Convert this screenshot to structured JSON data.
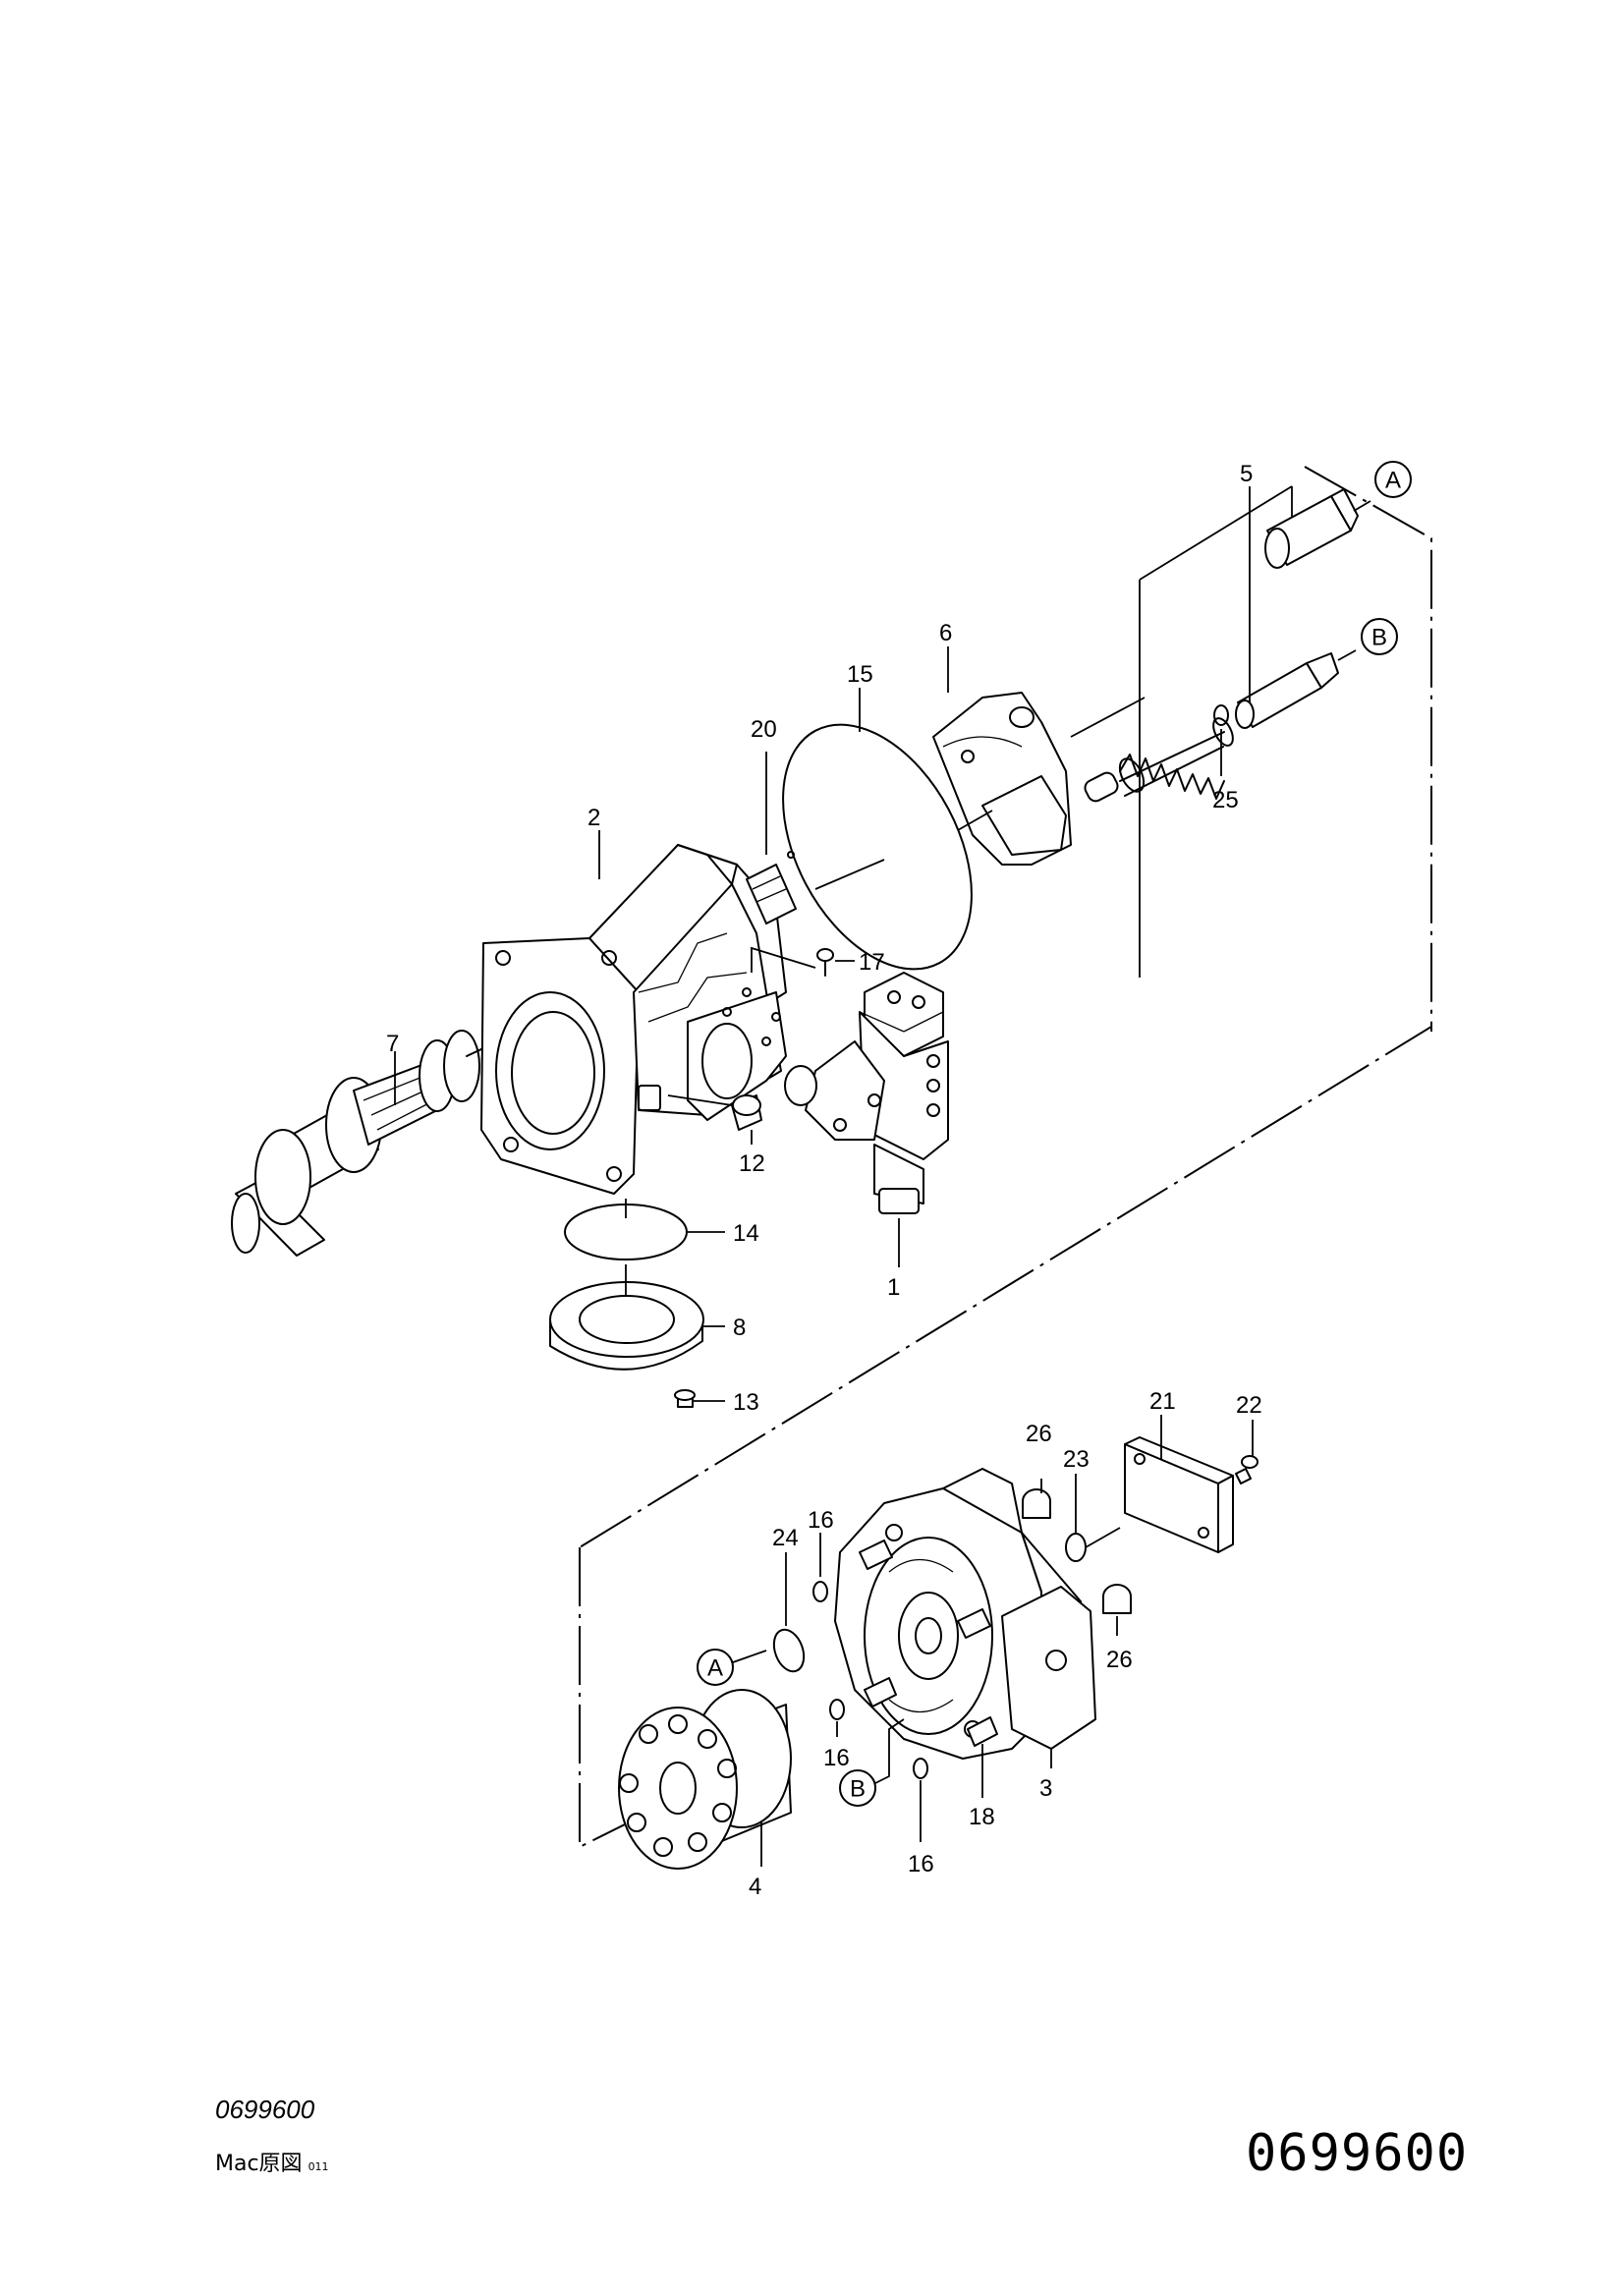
{
  "callouts": {
    "c1": "1",
    "c2": "2",
    "c3": "3",
    "c4": "4",
    "c5": "5",
    "c6": "6",
    "c7": "7",
    "c8": "8",
    "c12": "12",
    "c13": "13",
    "c14": "14",
    "c15": "15",
    "c16a": "16",
    "c16b": "16",
    "c16c": "16",
    "c17": "17",
    "c18": "18",
    "c20": "20",
    "c21": "21",
    "c22": "22",
    "c23": "23",
    "c24": "24",
    "c25": "25",
    "c26a": "26",
    "c26b": "26"
  },
  "refs": {
    "a_top": "A",
    "b_top": "B",
    "a_bottom": "A",
    "b_bottom": "B"
  },
  "footer": {
    "code_italic": "0699600",
    "source_note": "Mac原図",
    "source_small": "011",
    "drawing_number": "0699600"
  }
}
